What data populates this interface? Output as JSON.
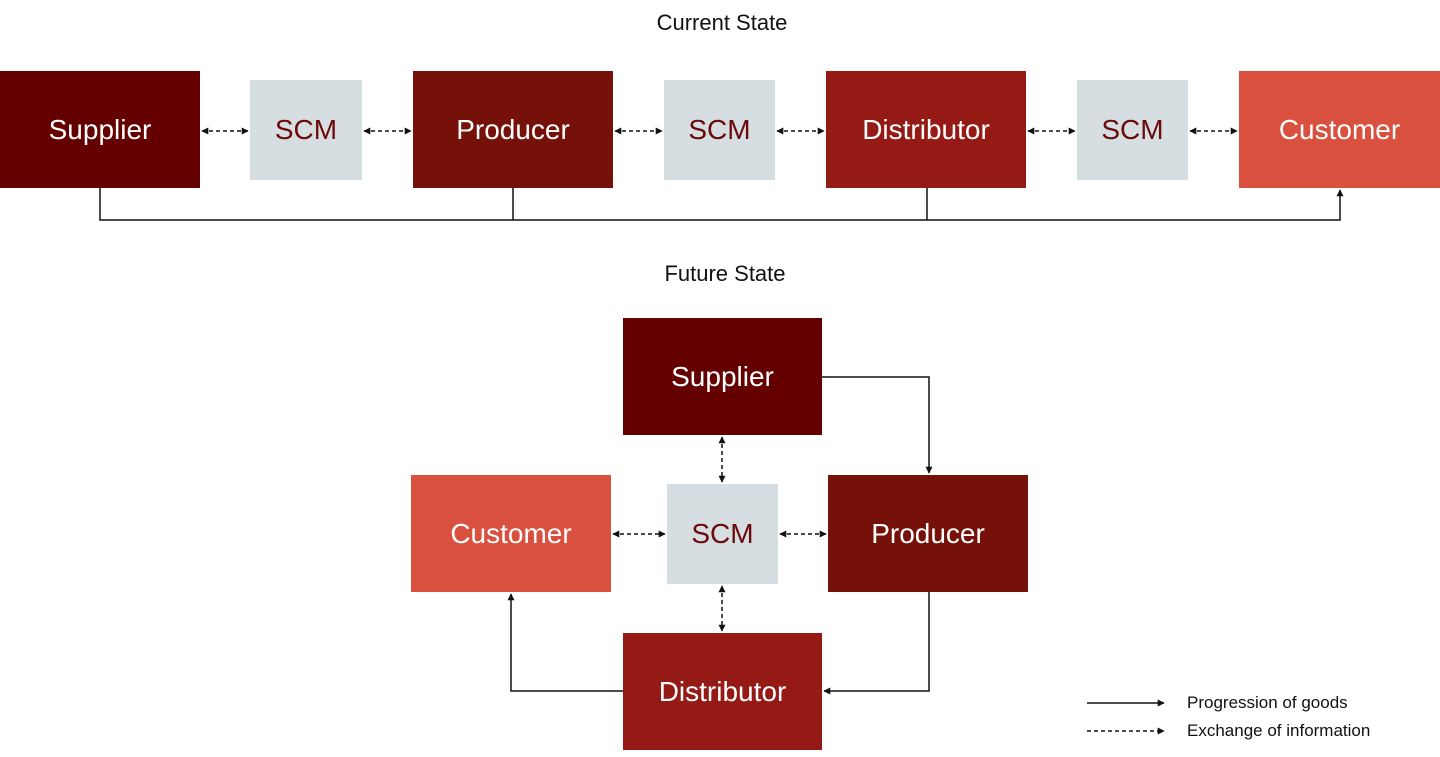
{
  "colors": {
    "supplier": "#650000",
    "producer": "#761109",
    "distributor": "#951914",
    "customer": "#d9503e",
    "scm": "#d6dee2",
    "scm_text": "#6b0a0a"
  },
  "current": {
    "title": "Current State",
    "supplier": "Supplier",
    "scm1": "SCM",
    "producer": "Producer",
    "scm2": "SCM",
    "distributor": "Distributor",
    "scm3": "SCM",
    "customer": "Customer"
  },
  "future": {
    "title": "Future State",
    "supplier": "Supplier",
    "customer": "Customer",
    "scm": "SCM",
    "producer": "Producer",
    "distributor": "Distributor"
  },
  "legend": {
    "goods": "Progression of goods",
    "info": "Exchange of information"
  }
}
